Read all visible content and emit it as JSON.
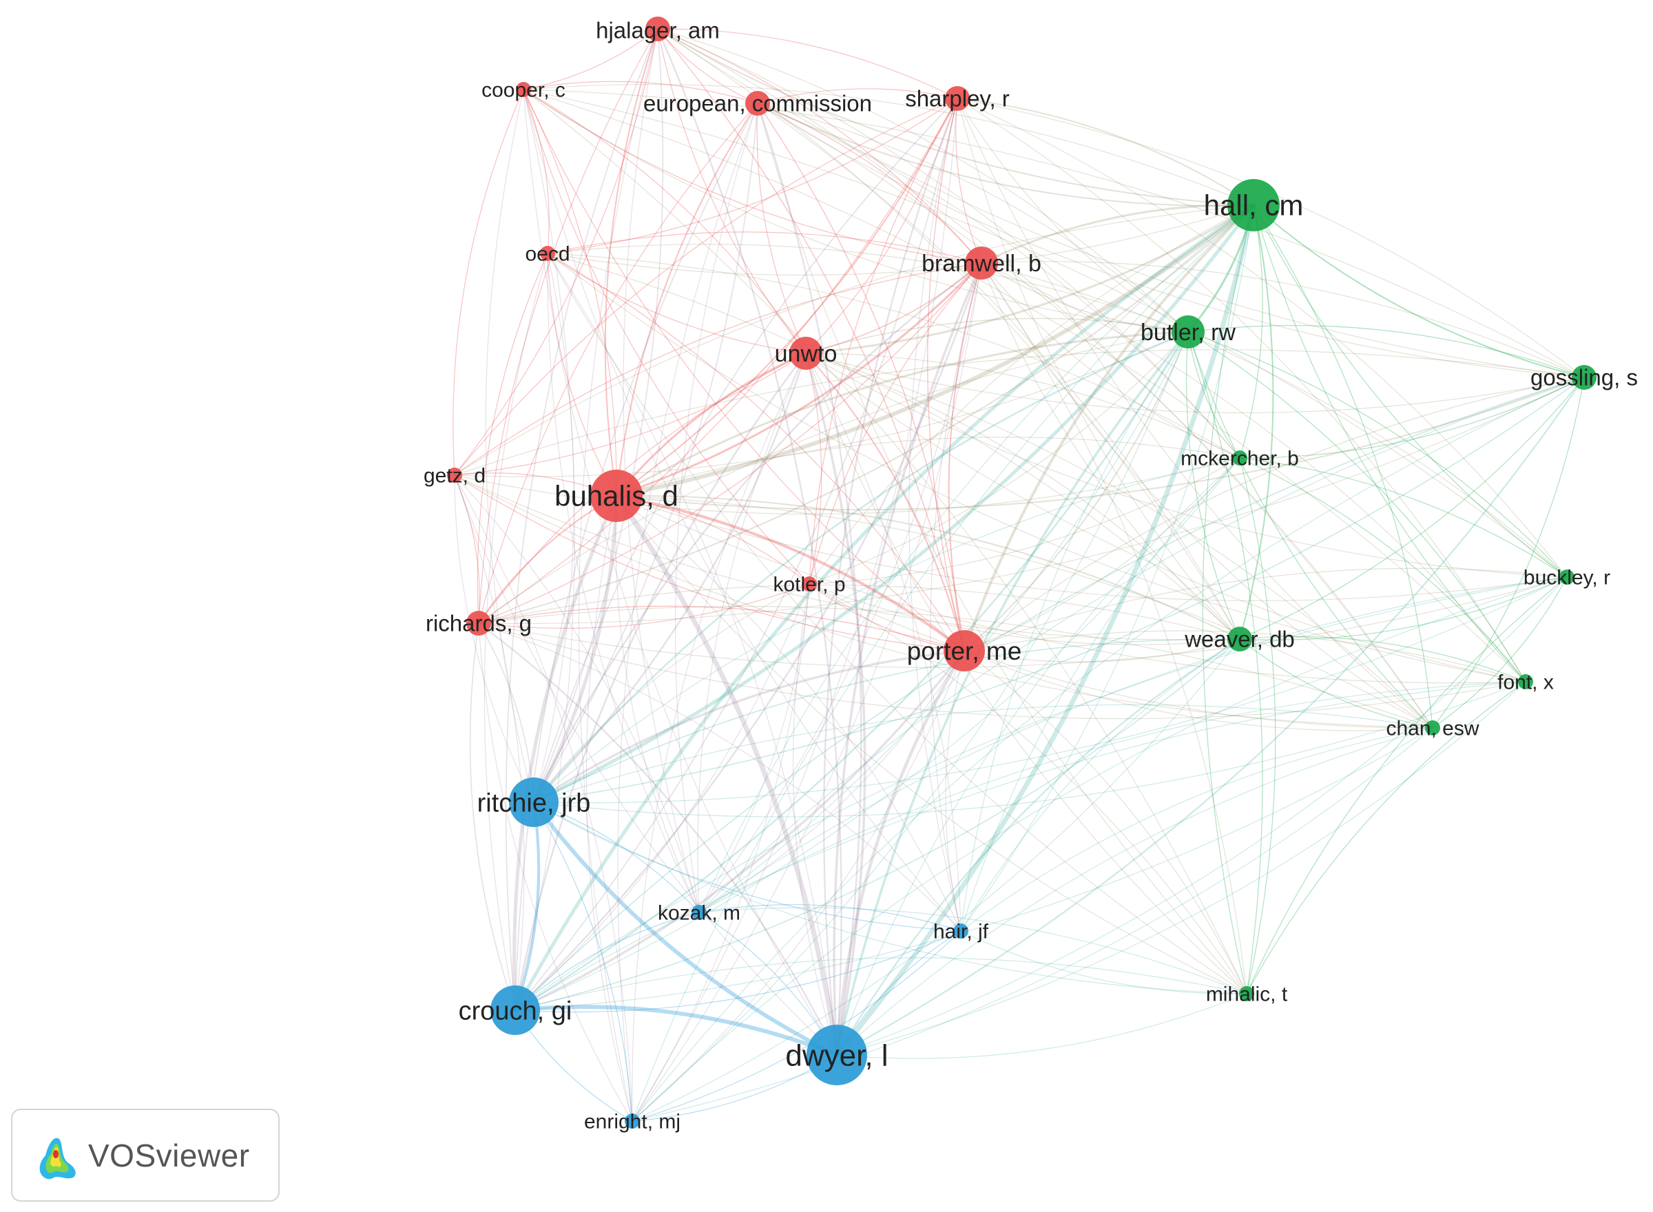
{
  "colors": {
    "cluster_red": "#ec4f4f",
    "cluster_green": "#19a84a",
    "cluster_blue": "#2a9bd6"
  },
  "network": {
    "nodes": [
      {
        "id": "hjalager",
        "label": "hjalager, am",
        "cluster": "red",
        "weight": 2
      },
      {
        "id": "cooper",
        "label": "cooper, c",
        "cluster": "red",
        "weight": 1
      },
      {
        "id": "eurocomm",
        "label": "european, commission",
        "cluster": "red",
        "weight": 2
      },
      {
        "id": "sharpley",
        "label": "sharpley, r",
        "cluster": "red",
        "weight": 2
      },
      {
        "id": "oecd",
        "label": "oecd",
        "cluster": "red",
        "weight": 1
      },
      {
        "id": "bramwell",
        "label": "bramwell, b",
        "cluster": "red",
        "weight": 3
      },
      {
        "id": "unwto",
        "label": "unwto",
        "cluster": "red",
        "weight": 3
      },
      {
        "id": "getz",
        "label": "getz, d",
        "cluster": "red",
        "weight": 1
      },
      {
        "id": "buhalis",
        "label": "buhalis, d",
        "cluster": "red",
        "weight": 6
      },
      {
        "id": "kotler",
        "label": "kotler, p",
        "cluster": "red",
        "weight": 1
      },
      {
        "id": "richards",
        "label": "richards, g",
        "cluster": "red",
        "weight": 2
      },
      {
        "id": "porter",
        "label": "porter, me",
        "cluster": "red",
        "weight": 4
      },
      {
        "id": "hall",
        "label": "hall, cm",
        "cluster": "green",
        "weight": 6
      },
      {
        "id": "butler",
        "label": "butler, rw",
        "cluster": "green",
        "weight": 3
      },
      {
        "id": "gossling",
        "label": "gossling, s",
        "cluster": "green",
        "weight": 2
      },
      {
        "id": "mckercher",
        "label": "mckercher, b",
        "cluster": "green",
        "weight": 1
      },
      {
        "id": "buckley",
        "label": "buckley, r",
        "cluster": "green",
        "weight": 1
      },
      {
        "id": "weaver",
        "label": "weaver, db",
        "cluster": "green",
        "weight": 2
      },
      {
        "id": "font",
        "label": "font, x",
        "cluster": "green",
        "weight": 1
      },
      {
        "id": "chan",
        "label": "chan, esw",
        "cluster": "green",
        "weight": 1
      },
      {
        "id": "mihalic",
        "label": "mihalic, t",
        "cluster": "green",
        "weight": 1
      },
      {
        "id": "ritchie",
        "label": "ritchie, jrb",
        "cluster": "blue",
        "weight": 5
      },
      {
        "id": "kozak",
        "label": "kozak, m",
        "cluster": "blue",
        "weight": 1
      },
      {
        "id": "hair",
        "label": "hair, jf",
        "cluster": "blue",
        "weight": 1
      },
      {
        "id": "crouch",
        "label": "crouch, gi",
        "cluster": "blue",
        "weight": 5
      },
      {
        "id": "dwyer",
        "label": "dwyer, l",
        "cluster": "blue",
        "weight": 7
      },
      {
        "id": "enright",
        "label": "enright, mj",
        "cluster": "blue",
        "weight": 1
      }
    ]
  },
  "badge": {
    "text": "VOSviewer",
    "icon": "vosviewer-logo-icon"
  }
}
